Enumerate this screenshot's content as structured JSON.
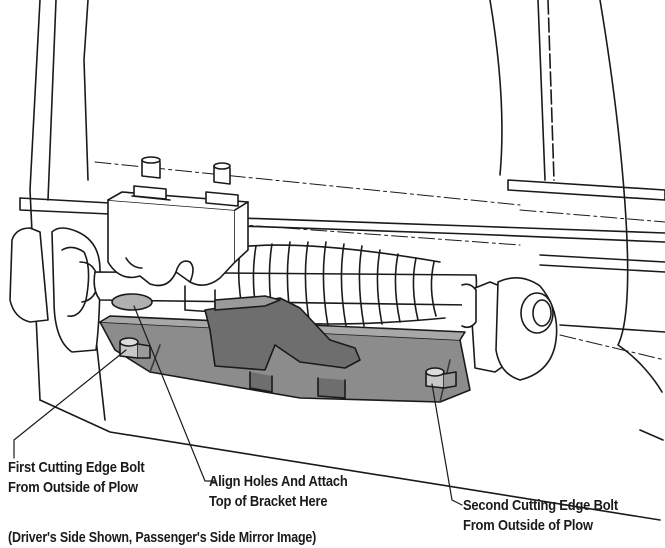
{
  "callouts": {
    "first_bolt": {
      "line1": "First Cutting Edge Bolt",
      "line2": "From Outside of Plow"
    },
    "align_holes": {
      "line1": "Align Holes And Attach",
      "line2": "Top of Bracket Here"
    },
    "second_bolt": {
      "line1": "Second Cutting Edge Bolt",
      "line2": "From Outside of Plow"
    }
  },
  "caption": "(Driver's Side Shown, Passenger's Side Mirror Image)",
  "colors": {
    "line": "#1a1a1a",
    "bracket_fill": "#8c8c8c",
    "bracket_dark": "#6e6e6e",
    "hole": "#b0b0b0"
  }
}
